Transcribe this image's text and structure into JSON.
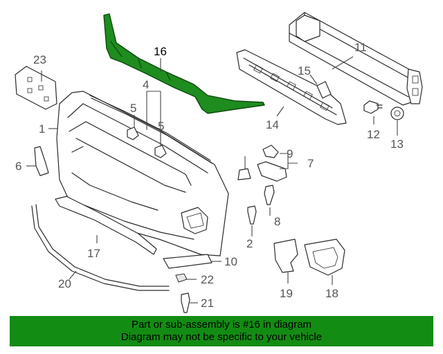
{
  "callouts": {
    "c1": "1",
    "c2": "2",
    "c4": "4",
    "c5a": "5",
    "c5b": "5",
    "c6": "6",
    "c7": "7",
    "c8": "8",
    "c9": "9",
    "c10": "10",
    "c11": "11",
    "c12": "12",
    "c13": "13",
    "c14": "14",
    "c15": "15",
    "c16": "16",
    "c17": "17",
    "c18": "18",
    "c19": "19",
    "c20": "20",
    "c21": "21",
    "c22": "22",
    "c23": "23"
  },
  "highlighted_part": "16",
  "colors": {
    "highlight": "#1e8c1e",
    "banner": "#138c13",
    "line": "#2a2a2a"
  },
  "banner": {
    "line1": "Part or sub-assembly is #16 in diagram",
    "line2": "Diagram may not be specific to your vehicle"
  }
}
